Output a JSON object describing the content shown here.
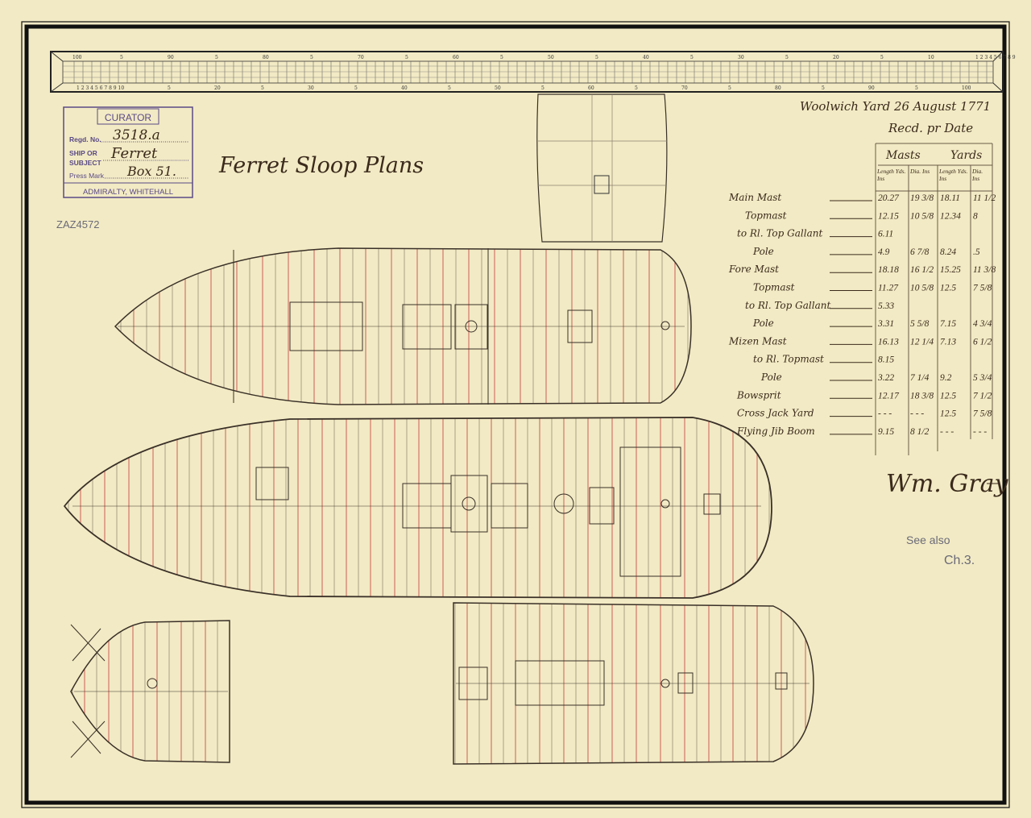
{
  "scale_bar": {
    "labels_top": [
      "100",
      "5",
      "90",
      "5",
      "80",
      "5",
      "70",
      "5",
      "60",
      "5",
      "50",
      "5",
      "40",
      "5",
      "30",
      "5",
      "20",
      "5",
      "10",
      "1 2 3 4 5 6 7 8 9"
    ],
    "labels_bottom": [
      "1 2 3 4 5 6 7 8 9 10",
      "5",
      "20",
      "5",
      "30",
      "5",
      "40",
      "5",
      "50",
      "5",
      "60",
      "5",
      "70",
      "5",
      "80",
      "5",
      "90",
      "5",
      "100"
    ]
  },
  "stamp": {
    "header": "CURATOR",
    "regd_label": "Regd. No.",
    "regd_value": "3518.a",
    "ship_label_1": "SHIP OR",
    "ship_label_2": "SUBJECT",
    "ship_value": "Ferret",
    "press_label": "Press Mark",
    "press_value": "Box 51.",
    "footer": "ADMIRALTY, WHITEHALL"
  },
  "catalogue_number": "ZAZ4572",
  "title": "Ferret Sloop Plans",
  "dateline": "Woolwich Yard 26 August 1771",
  "received": "Recd. pr Date",
  "table": {
    "group_headers": [
      "Masts",
      "Yards"
    ],
    "col_headers": [
      "Length Yds. Ins",
      "Dia. Ins",
      "Length Yds. Ins",
      "Dia. Ins"
    ],
    "rows": [
      {
        "label": "Main Mast",
        "values": [
          "20.27",
          "19 3/8",
          "18.11",
          "11 1/2"
        ]
      },
      {
        "label": "Topmast",
        "values": [
          "12.15",
          "10 5/8",
          "12.34",
          "8"
        ]
      },
      {
        "label": "to Rl. Top Gallant",
        "values": [
          "6.11",
          "",
          "",
          ""
        ]
      },
      {
        "label": "Pole",
        "values": [
          "4.9",
          "6 7/8",
          "8.24",
          ".5"
        ]
      },
      {
        "label": "Fore Mast",
        "values": [
          "18.18",
          "16 1/2",
          "15.25",
          "11 3/8"
        ]
      },
      {
        "label": "Topmast",
        "values": [
          "11.27",
          "10 5/8",
          "12.5",
          "7 5/8"
        ]
      },
      {
        "label": "to Rl. Top Gallant",
        "values": [
          "5.33",
          "",
          "",
          ""
        ]
      },
      {
        "label": "Pole",
        "values": [
          "3.31",
          "5 5/8",
          "7.15",
          "4 3/4"
        ]
      },
      {
        "label": "Mizen Mast",
        "values": [
          "16.13",
          "12 1/4",
          "7.13",
          "6 1/2"
        ]
      },
      {
        "label": "to Rl. Topmast",
        "values": [
          "8.15",
          "",
          "",
          ""
        ]
      },
      {
        "label": "Pole",
        "values": [
          "3.22",
          "7 1/4",
          "9.2",
          "5 3/4"
        ]
      },
      {
        "label": "Bowsprit",
        "values": [
          "12.17",
          "18 3/8",
          "12.5",
          "7 1/2"
        ]
      },
      {
        "label": "Cross Jack Yard",
        "values": [
          "- - -",
          "- - -",
          "12.5",
          "7 5/8"
        ]
      },
      {
        "label": "Flying Jib Boom",
        "values": [
          "9.15",
          "8 1/2",
          "- - -",
          "- - -"
        ]
      }
    ]
  },
  "signature": "Wm. Gray",
  "pencil_note_1": "See also",
  "pencil_note_2": "Ch.3."
}
